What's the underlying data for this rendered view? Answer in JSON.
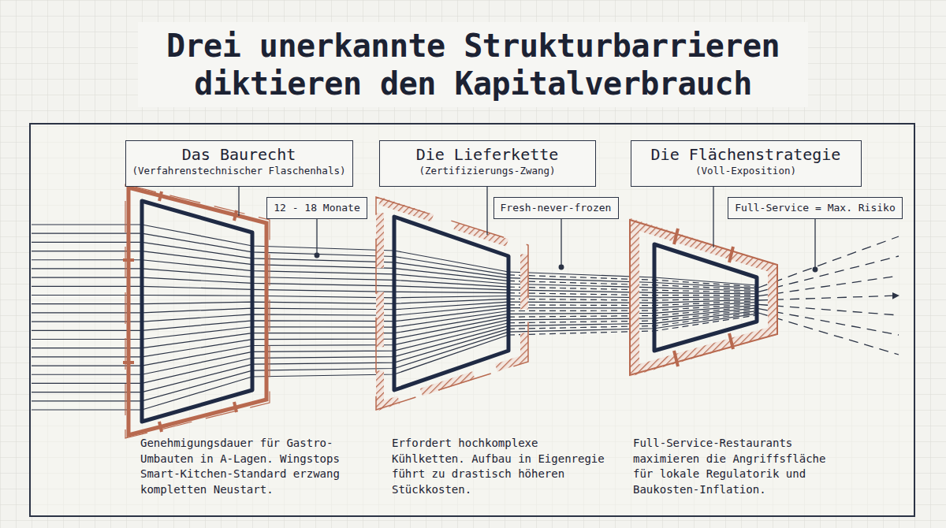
{
  "diagram": {
    "title": "Drei unerkannte Strukturbarrieren diktieren den Kapitalverbrauch",
    "nodes": [
      {
        "text": [
          "Das Baurecht",
          "(Verfahrenstechnischer Flaschenhals)"
        ]
      },
      {
        "text": [
          "12 - 18 Monate"
        ]
      },
      {
        "text": [
          "Die Lieferkette",
          "(Zertifizierungs-Zwang)"
        ]
      },
      {
        "text": [
          "Fresh-never-frozen"
        ]
      },
      {
        "text": [
          "Die Flächenstrategie",
          "(Voll-Exposition)"
        ]
      },
      {
        "text": [
          "Full-Service = Max. Risiko"
        ]
      }
    ],
    "labels": [
      "Genehmigungsdauer für Gastro-Umbauten in A-Lagen. Wingstops Smart-Kitchen-Standard erzwang kompletten Neustart.",
      "Erfordert hochkomplexe Kühlketten. Aufbau in Eigenregie führt zu drastisch höheren Stückkosten.",
      "Full-Service-Restaurants maximieren die Angriffsfläche für lokale Regulatorik und Baukosten-Inflation."
    ]
  }
}
